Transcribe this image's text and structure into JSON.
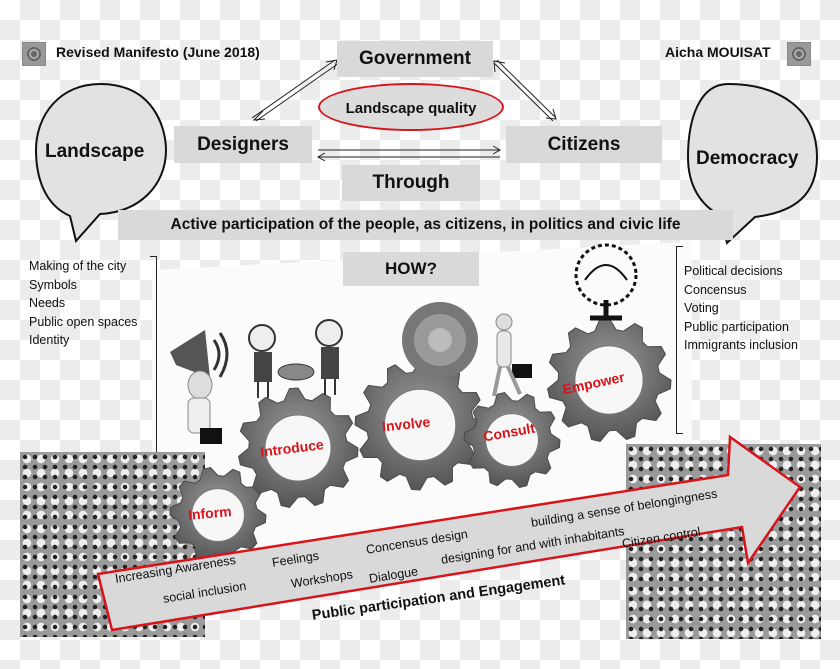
{
  "header": {
    "left_title": "Revised Manifesto (June 2018)",
    "right_author": "Aicha MOUISAT",
    "left_icon": "mosaic-pattern-icon",
    "right_icon": "mosaic-pattern-icon"
  },
  "triangle": {
    "top": "Government",
    "left": "Designers",
    "right": "Citizens",
    "center": "Landscape quality",
    "bottom": "Through"
  },
  "bubbles": {
    "left": "Landscape",
    "right": "Democracy"
  },
  "banner": "Active participation of the people, as citizens, in politics and civic life",
  "how_label": "HOW?",
  "left_list": [
    "Making of the city",
    "Symbols",
    "Needs",
    "Public open spaces",
    "Identity"
  ],
  "right_list": [
    "Political decisions",
    "Concensus",
    "Voting",
    "Public participation",
    "Immigrants inclusion"
  ],
  "gears": [
    {
      "label": "Inform"
    },
    {
      "label": "Introduce"
    },
    {
      "label": "Involve"
    },
    {
      "label": "Consult"
    },
    {
      "label": "Empower"
    }
  ],
  "illustrations": [
    "megaphone-person-icon",
    "handshake-people-icon",
    "group-circle-icon",
    "walking-person-briefcase-icon",
    "people-tree-icon"
  ],
  "arrow": {
    "items": [
      "Increasing Awareness",
      "social inclusion",
      "Feelings",
      "Workshops",
      "Concensus design",
      "Dialogue",
      "designing for and with inhabitants",
      "building a sense of belongingness",
      "Citizen control"
    ],
    "caption": "Public participation and Engagement"
  },
  "colors": {
    "accent_red": "#d8141b",
    "box_gray": "#d9d9d9",
    "gear_gray": "#6e6e6e"
  }
}
